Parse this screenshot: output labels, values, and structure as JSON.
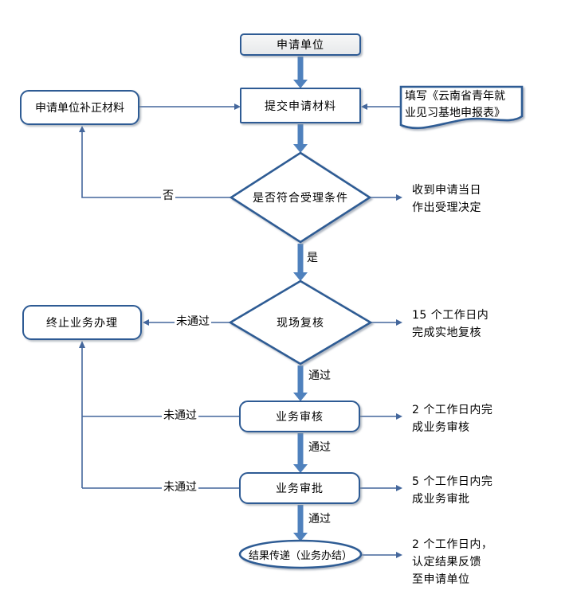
{
  "colors": {
    "node_border": "#2E5B94",
    "thick_arrow": "#4F81BD",
    "thin_line": "#44679C",
    "start_fill_top": "#f7f7f7",
    "start_fill_bottom": "#e7e9eb"
  },
  "nodes": {
    "start": {
      "label": "申请单位"
    },
    "submit": {
      "label": "提交申请材料"
    },
    "supplement": {
      "label": "申请单位补正材料"
    },
    "form_document": {
      "lines": [
        "填写《云南省青年就",
        "业见习基地申报表》"
      ]
    },
    "decision_accept": {
      "label": "是否符合受理条件",
      "yes_label": "是",
      "no_label": "否",
      "note_lines": [
        "收到申请当日",
        "作出受理决定"
      ]
    },
    "site_review": {
      "label": "现场复核",
      "pass_label": "通过",
      "fail_label": "未通过",
      "note_lines": [
        "15 个工作日内",
        "完成实地复核"
      ]
    },
    "terminate": {
      "label": "终止业务办理"
    },
    "business_review": {
      "label": "业务审核",
      "pass_label": "通过",
      "fail_label": "未通过",
      "note_lines": [
        "2 个工作日内完",
        "成业务审核"
      ]
    },
    "business_approval": {
      "label": "业务审批",
      "pass_label": "通过",
      "fail_label": "未通过",
      "note_lines": [
        "5 个工作日内完",
        "成业务审批"
      ]
    },
    "result": {
      "label": "结果传递（业务办结）",
      "note_lines": [
        "2 个工作日内，",
        "认定结果反馈",
        "至申请单位"
      ]
    }
  }
}
